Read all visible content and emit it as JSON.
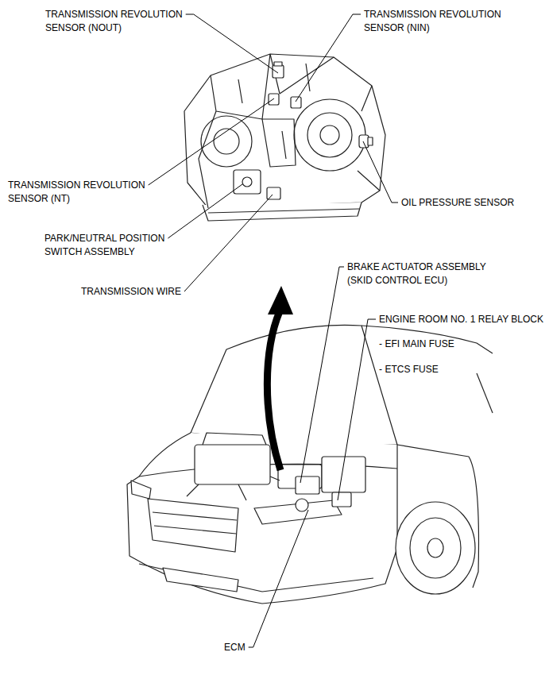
{
  "diagram": {
    "labels": [
      "TRANSMISSION REVOLUTION SENSOR (NOUT)",
      "TRANSMISSION REVOLUTION SENSOR (NIN)",
      "TRANSMISSION REVOLUTION SENSOR (NT)",
      "OIL PRESSURE SENSOR",
      "PARK/NEUTRAL POSITION SWITCH ASSEMBLY",
      "TRANSMISSION WIRE",
      "BRAKE ACTUATOR ASSEMBLY (SKID CONTROL ECU)",
      "ENGINE ROOM NO. 1 RELAY BLOCK",
      "- EFI MAIN FUSE",
      "- ETCS FUSE",
      "ECM"
    ]
  }
}
